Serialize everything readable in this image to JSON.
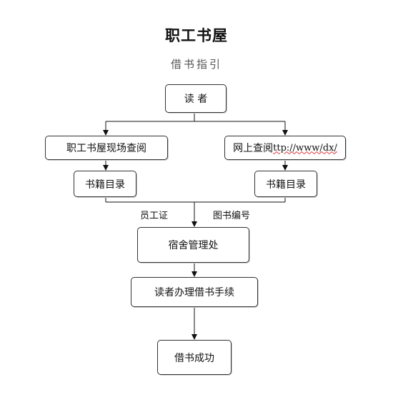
{
  "title": "职工书屋",
  "subtitle": "借书指引",
  "nodes": {
    "reader": "读 者",
    "onsite": "职工书屋现场查阅",
    "online_prefix": "网上查阅 ",
    "online_url": "ttp://www/dx/",
    "catalog_left": "书籍目录",
    "catalog_right": "书籍目录",
    "dorm_office": "宿舍管理处",
    "procedure": "读者办理借书手续",
    "success": "借书成功"
  },
  "labels": {
    "staff_id": "员工证",
    "book_number": "图书编号"
  }
}
